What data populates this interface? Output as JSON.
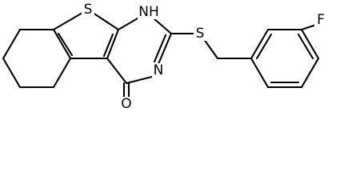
{
  "molecule": {
    "atoms": {
      "thiophene_s": "S",
      "nh": "NH",
      "thioether_s": "S",
      "n3": "N",
      "carbonyl_o": "O",
      "fluorine": "F"
    }
  }
}
